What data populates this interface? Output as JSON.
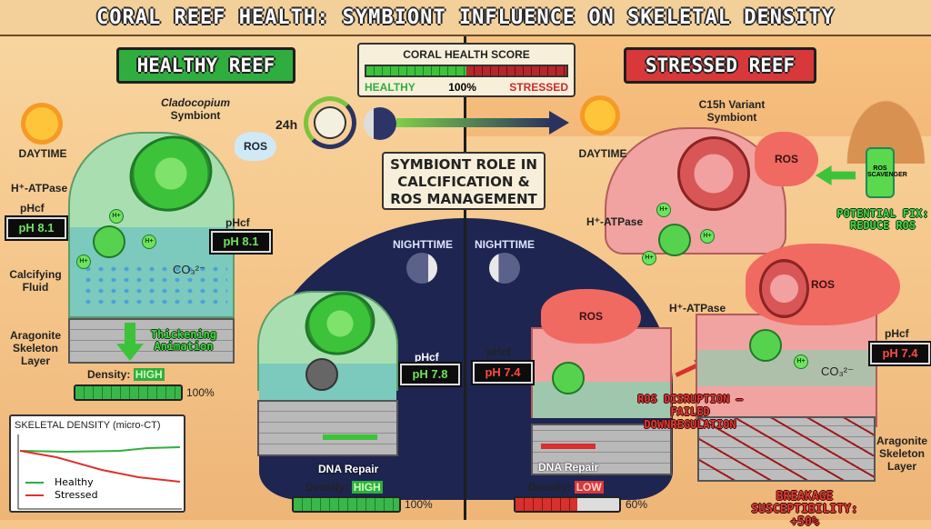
{
  "title": "CORAL REEF HEALTH: SYMBIONT INFLUENCE ON SKELETAL DENSITY",
  "healthy": {
    "banner": "HEALTHY REEF",
    "daytime": "DAYTIME",
    "symbiont": "Cladocopium",
    "symbiont_sub": "Symbiont",
    "ros": "ROS",
    "atpase": "H⁺-ATPase",
    "phcf_label": "pHcf",
    "ph_left": "pH 8.1",
    "ph_right": "pH 8.1",
    "co3": "CO₃²⁻",
    "fluid_label": "Calcifying Fluid",
    "skeleton_label": "Aragonite Skeleton Layer",
    "thickening": "Thickening Animation",
    "density_label": "Density:",
    "density_value": "HIGH",
    "density_pct": "100%",
    "density_fraction": 1.0,
    "night": {
      "label": "NIGHTTIME",
      "phcf_label": "pHcf",
      "ph": "pH 7.8",
      "dna": "DNA Repair",
      "density_label": "Density:",
      "density_value": "HIGH",
      "density_pct": "100%",
      "density_fraction": 1.0
    }
  },
  "score": {
    "title": "CORAL HEALTH SCORE",
    "left": "HEALTHY",
    "mid": "100%",
    "right": "STRESSED",
    "healthy_color": "#2fae3f",
    "stressed_color": "#b8262a"
  },
  "cycle": {
    "label": "24h"
  },
  "role_box": "SYMBIONT ROLE IN CALCIFICATION & ROS MANAGEMENT",
  "stressed": {
    "banner": "STRESSED REEF",
    "daytime": "DAYTIME",
    "symbiont": "C15h Variant",
    "symbiont_sub": "Symbiont",
    "ros": "ROS",
    "atpase": "H⁺-ATPase",
    "scavenger": "ROS SCAVENGER",
    "fix": "POTENTIAL FIX: REDUCE ROS",
    "night": {
      "label": "NIGHTTIME",
      "ros": "ROS",
      "phcf_label": "pHcf",
      "ph": "pH 7.4",
      "dna": "DNA Repair",
      "density_label": "Density:",
      "density_value": "LOW",
      "density_pct": "60%",
      "density_fraction": 0.6
    },
    "disruption": "ROS DISRUPTION – FAILED DOWNREGULATION",
    "day2": {
      "ros": "ROS",
      "atpase": "H⁺-ATPase",
      "phcf_label": "pHcf",
      "ph": "pH 7.4",
      "co3": "CO₃²⁻",
      "skeleton_label": "Aragonite Skeleton Layer",
      "breakage": "BREAKAGE SUSCEPTIBILITY: +50%"
    }
  },
  "inset": {
    "title": "SKELETAL DENSITY (micro-CT)",
    "legend": [
      {
        "name": "Healthy",
        "color": "#2fae3f"
      },
      {
        "name": "Stressed",
        "color": "#e0302d"
      }
    ]
  }
}
